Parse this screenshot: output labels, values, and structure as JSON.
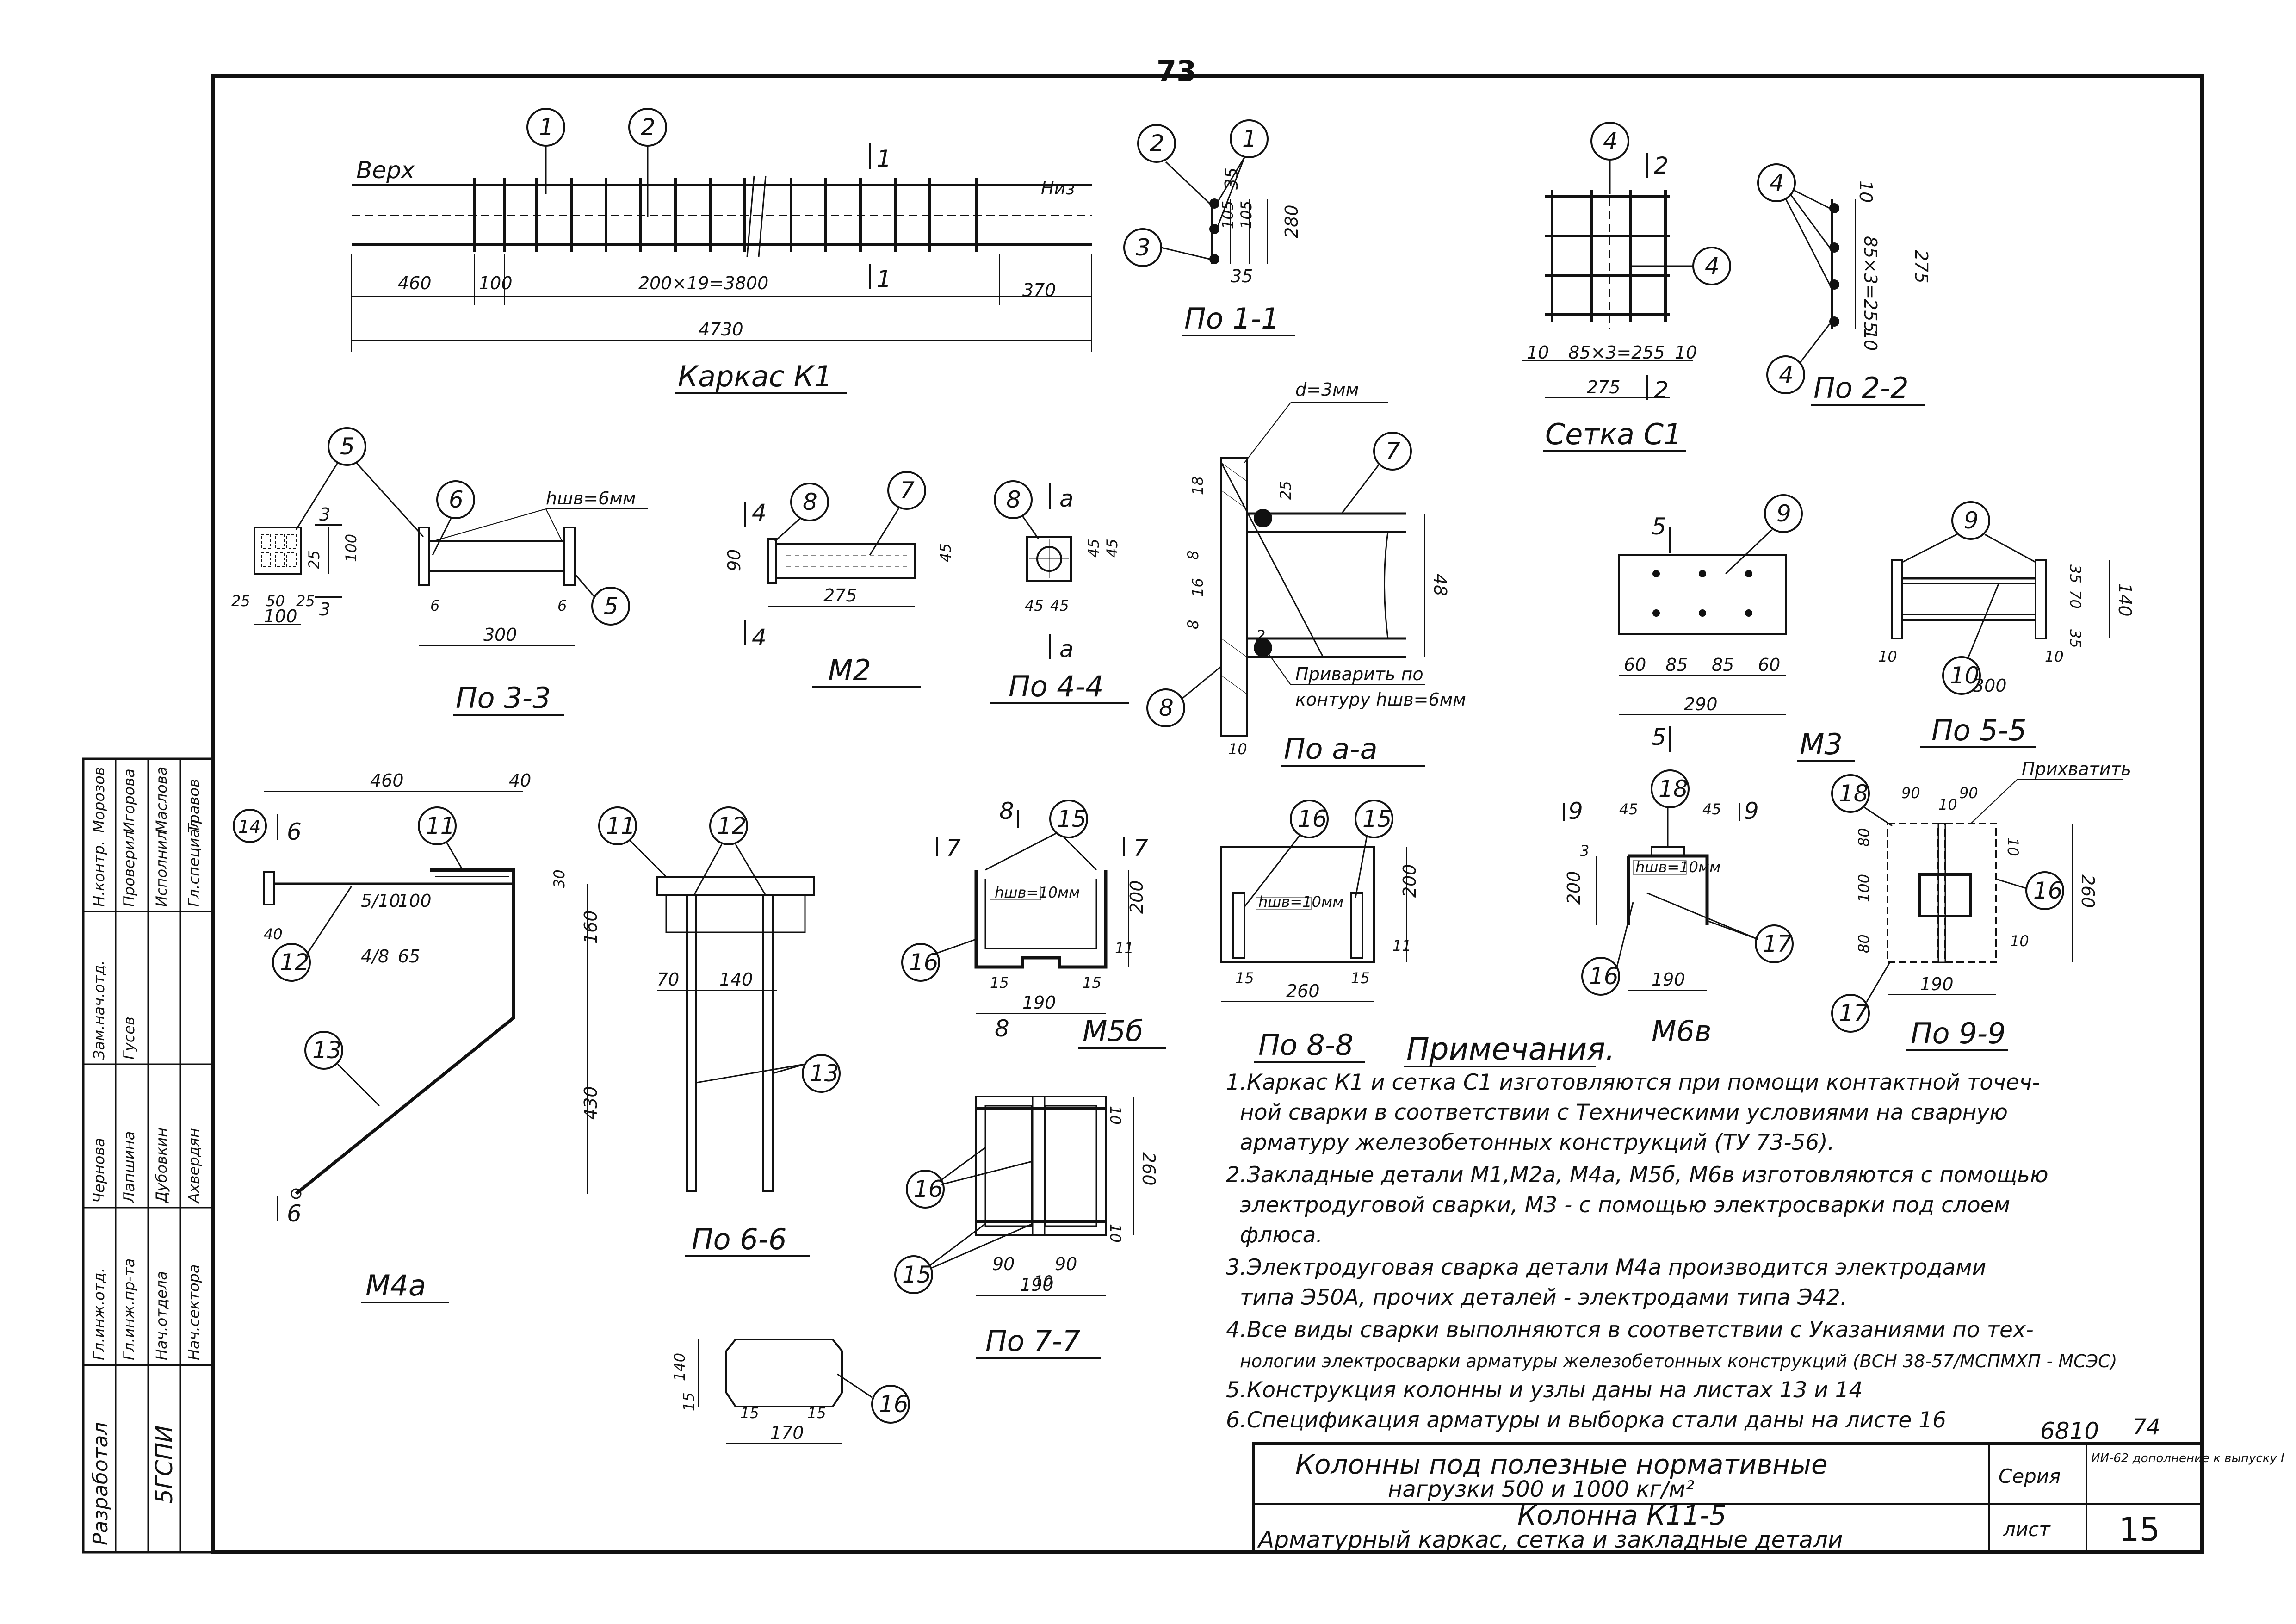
{
  "sheet": {
    "page_number": "73",
    "title_line1": "Колонны под полезные нормативные",
    "title_line2": "нагрузки 500 и 1000 кг/м²",
    "title_line3": "Колонна К11-5",
    "title_line4": "Арматурный каркас, сетка и закладные детали",
    "serie_label": "Серия",
    "serie_value": "ИИ-62 дополнение к выпуску I",
    "list_label": "лист",
    "list_value": "15",
    "stamp_number": "6810",
    "org_label": "Разработал",
    "org_name": "5ГСПИ",
    "roles": [
      "Гл.инж.отд.",
      "Гл.инж.пр-та",
      "Нач.отдела",
      "Нач.сектора",
      "Зам.нач.отд."
    ],
    "names": [
      "Чернова",
      "Лапшина",
      "Дубовкин",
      "Ахвердян",
      "Гусев"
    ],
    "extra_roles": [
      "Н.контр.",
      "Проверил",
      "Исполнил",
      "Гл.специал."
    ],
    "extra_names": [
      "Морозов",
      "Игорова",
      "Маслова",
      "Травов"
    ]
  },
  "karkas": {
    "title": "Каркас К1",
    "top_label": "Верх",
    "bottom_label": "Низ",
    "section_mark": "1",
    "dims": {
      "left": "460",
      "pitch": "100",
      "middle": "200×19=3800",
      "right": "370",
      "total": "4730"
    },
    "balloons": [
      "1",
      "2"
    ]
  },
  "sec11": {
    "title": "По 1-1",
    "balloons": [
      "2",
      "1",
      "3"
    ],
    "dims": [
      "35",
      "105",
      "105",
      "35",
      "280"
    ]
  },
  "setka": {
    "title": "Сетка С1",
    "balloons": [
      "4",
      "4"
    ],
    "mark": "2",
    "dims": [
      "10",
      "85×3=255",
      "10",
      "275"
    ]
  },
  "sec22": {
    "title": "По 2-2",
    "balloons": [
      "4",
      "4"
    ],
    "dims": [
      "10",
      "85×3=255",
      "10",
      "275"
    ]
  },
  "m1": {
    "title": "По 3-3",
    "balloons": [
      "5",
      "6",
      "5"
    ],
    "weld": "hшв=6мм",
    "mark": "3",
    "dims": [
      "25",
      "50",
      "25",
      "100",
      "25",
      "50",
      "25",
      "100",
      "6",
      "300",
      "6"
    ]
  },
  "m2": {
    "title": "М2",
    "balloons": [
      "8",
      "7"
    ],
    "mark": "4",
    "dims": [
      "90",
      "275",
      "45"
    ]
  },
  "sec44": {
    "title": "По 4-4",
    "balloons": [
      "8"
    ],
    "mark": "а",
    "dims": [
      "45",
      "45",
      "45",
      "45"
    ]
  },
  "secaa": {
    "title": "По а-а",
    "balloons": [
      "7",
      "8"
    ],
    "top_note": "d=3мм",
    "weld_note1": "Приварить по",
    "weld_note2": "контуру hшв=6мм",
    "dims": [
      "18",
      "25",
      "8",
      "16",
      "8",
      "48",
      "2",
      "10"
    ]
  },
  "m3": {
    "title": "М3",
    "balloons": [
      "9"
    ],
    "mark": "5",
    "dims": [
      "60",
      "85",
      "85",
      "60",
      "290"
    ]
  },
  "sec55": {
    "title": "По 5-5",
    "balloons": [
      "9",
      "10"
    ],
    "dims": [
      "35",
      "70",
      "35",
      "140",
      "10",
      "300",
      "10"
    ]
  },
  "m4": {
    "title": "М4а",
    "balloons": [
      "11",
      "12",
      "13",
      "14"
    ],
    "mark": "6",
    "dims": [
      "460",
      "40",
      "40",
      "30",
      "5/10",
      "100",
      "4/8",
      "65",
      "160",
      "430"
    ]
  },
  "sec66": {
    "title": "По 6-6",
    "balloons": [
      "11",
      "12",
      "13"
    ],
    "dims": [
      "70",
      "140"
    ]
  },
  "m5": {
    "title": "М5б",
    "balloons": [
      "15",
      "16"
    ],
    "mark8": "8",
    "mark7": "7",
    "weld": "hшв=10мм",
    "dims": [
      "200",
      "11",
      "15",
      "15",
      "190"
    ]
  },
  "sec88": {
    "title": "По 8-8",
    "balloons": [
      "16",
      "15"
    ],
    "weld": "hшв=10мм",
    "dims": [
      "200",
      "11",
      "15",
      "15",
      "260"
    ]
  },
  "m6": {
    "title": "М6в",
    "balloons": [
      "18",
      "17",
      "17",
      "16"
    ],
    "mark": "9",
    "weld": "hшв=10мм",
    "dims": [
      "45",
      "45",
      "3",
      "200",
      "190"
    ]
  },
  "sec99": {
    "title": "По 9-9",
    "balloons": [
      "18",
      "16",
      "17"
    ],
    "note": "Прихватить",
    "dims": [
      "90",
      "90",
      "10",
      "80",
      "100",
      "80",
      "10",
      "10",
      "260",
      "190"
    ]
  },
  "sec77": {
    "title": "По 7-7",
    "balloons": [
      "16",
      "15"
    ],
    "dims": [
      "10",
      "260",
      "10",
      "90",
      "90",
      "10",
      "190"
    ]
  },
  "plate16": {
    "balloons": [
      "16"
    ],
    "dims": [
      "140",
      "15",
      "15",
      "15",
      "170"
    ]
  },
  "notes": {
    "title": "Примечания.",
    "items": [
      "1.Каркас К1 и сетка С1 изготовляются при помощи контактной точеч-",
      "ной сварки в соответствии с Техническими условиями на сварную",
      "арматуру железобетонных конструкций (ТУ 73-56).",
      "2.Закладные детали М1,М2а, М4а, М5б, М6в изготовляются с помощью",
      "электродуговой сварки, М3 - с помощью электросварки под слоем",
      "флюса.",
      "3.Электродуговая сварка детали М4а производится электродами",
      "типа Э50А, прочих деталей - электродами типа Э42.",
      "4.Все виды сварки выполняются в соответствии с Указаниями по тех-",
      "нологии электросварки арматуры железобетонных конструкций (ВСН 38-57/МСПМХП - МСЭС)",
      "5.Конструкция колонны и узлы даны на листах 13 и 14",
      "6.Спецификация арматуры и выборка стали даны на листе 16"
    ],
    "last_sheet": "74"
  }
}
